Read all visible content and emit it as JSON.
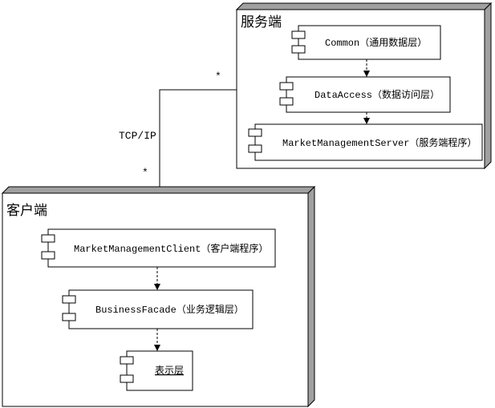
{
  "server_node": {
    "title": "服务端",
    "components": [
      {
        "label": "Common（通用数据层）"
      },
      {
        "label": "DataAccess（数据访问层）"
      },
      {
        "label": "MarketManagementServer（服务端程序）"
      }
    ]
  },
  "client_node": {
    "title": "客户端",
    "components": [
      {
        "label": "MarketManagementClient（客户端程序）"
      },
      {
        "label": "BusinessFacade（业务逻辑层）"
      },
      {
        "label": "表示层"
      }
    ]
  },
  "association": {
    "label": "TCP/IP",
    "server_end_multiplicity": "*",
    "client_end_multiplicity": "*"
  },
  "colors": {
    "node_depth": "#a0a0a0",
    "line": "#000000",
    "background": "#ffffff"
  }
}
